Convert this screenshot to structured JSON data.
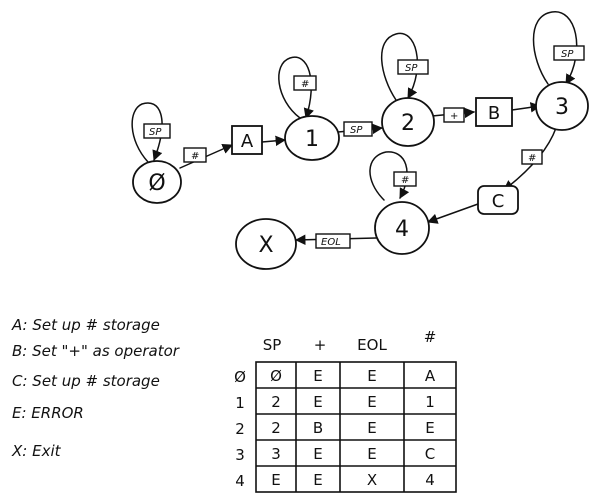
{
  "states": [
    {
      "id": "s0",
      "label": "Ø"
    },
    {
      "id": "s1",
      "label": "1"
    },
    {
      "id": "s2",
      "label": "2"
    },
    {
      "id": "s3",
      "label": "3"
    },
    {
      "id": "s4",
      "label": "4"
    },
    {
      "id": "sx",
      "label": "X"
    }
  ],
  "action_boxes": [
    {
      "id": "a",
      "label": "A"
    },
    {
      "id": "b",
      "label": "B"
    },
    {
      "id": "c",
      "label": "C"
    }
  ],
  "edge_labels": {
    "sp": "SP",
    "hash": "#",
    "plus": "+",
    "eol": "EOL"
  },
  "legend": [
    {
      "id": "a",
      "text": "A: Set up # storage"
    },
    {
      "id": "b",
      "text": "B: Set \"+\" as operator"
    },
    {
      "id": "c",
      "text": "C: Set up # storage"
    },
    {
      "id": "e",
      "text": "E: ERROR"
    },
    {
      "id": "x",
      "text": "X: Exit"
    }
  ],
  "table": {
    "columns": [
      "SP",
      "+",
      "EOL",
      "#"
    ],
    "row_labels": [
      "Ø",
      "1",
      "2",
      "3",
      "4"
    ],
    "rows": [
      [
        "Ø",
        "E",
        "E",
        "A"
      ],
      [
        "2",
        "E",
        "E",
        "1"
      ],
      [
        "2",
        "B",
        "E",
        "E"
      ],
      [
        "3",
        "E",
        "E",
        "C"
      ],
      [
        "E",
        "E",
        "X",
        "4"
      ]
    ]
  }
}
